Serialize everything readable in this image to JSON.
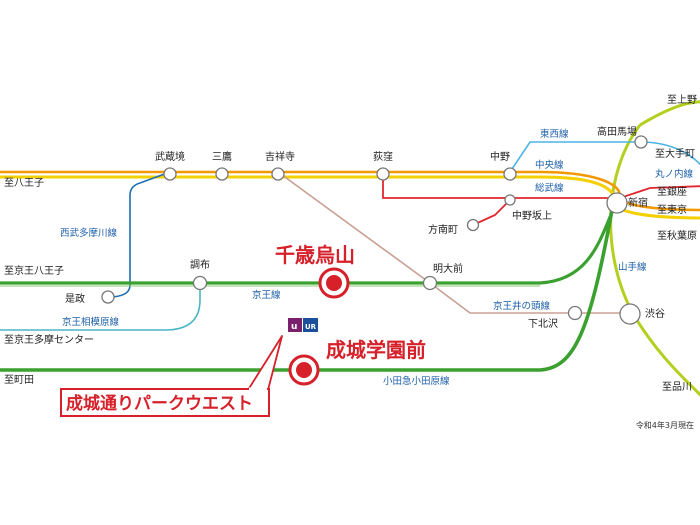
{
  "stations": {
    "musashisakai": "武蔵境",
    "mitaka": "三鷹",
    "kichijoji": "吉祥寺",
    "ogikubo": "荻窪",
    "nakano": "中野",
    "takadanobaba": "高田馬場",
    "shinjuku": "新宿",
    "nakanosakaue": "中野坂上",
    "honancho": "方南町",
    "chofu": "調布",
    "meidaimae": "明大前",
    "shimokitazawa": "下北沢",
    "shibuya": "渋谷",
    "koremasa": "是政"
  },
  "directions": {
    "hachioji": "至八王子",
    "keio_hachioji": "至京王八王子",
    "keio_tama": "至京王多摩センター",
    "machida": "至町田",
    "ueno": "至上野",
    "otemachi": "至大手町",
    "ginza": "至銀座",
    "tokyo": "至東京",
    "akihabara": "至秋葉原",
    "shinagawa": "至品川"
  },
  "lines": {
    "tozai": "東西線",
    "chuo": "中央線",
    "sobu": "総武線",
    "marunouchi": "丸ノ内線",
    "seibu_tamagawa": "西武多摩川線",
    "keio": "京王線",
    "keio_sagamihara": "京王相模原線",
    "inokashira": "京王井の頭線",
    "yamanote": "山手線",
    "odakyu": "小田急小田原線"
  },
  "highlights": {
    "chitose_karasuyama": "千歳烏山",
    "seijogakuen": "成城学園前"
  },
  "property_name": "成城通りパークウエスト",
  "logo_text": "UR",
  "note": "令和4年3月現在",
  "colors": {
    "chuo": "#f39800",
    "sobu": "#f5d000",
    "green_line": "#3aa02f",
    "inokashira": "#c8a093",
    "yamanote": "#b5cf1f",
    "marunouchi": "#e2262f",
    "tozai": "#4bb4e6",
    "seibu": "#1e6eb6",
    "sagamihara": "#4ab6c4",
    "accent": "#d6202a"
  }
}
